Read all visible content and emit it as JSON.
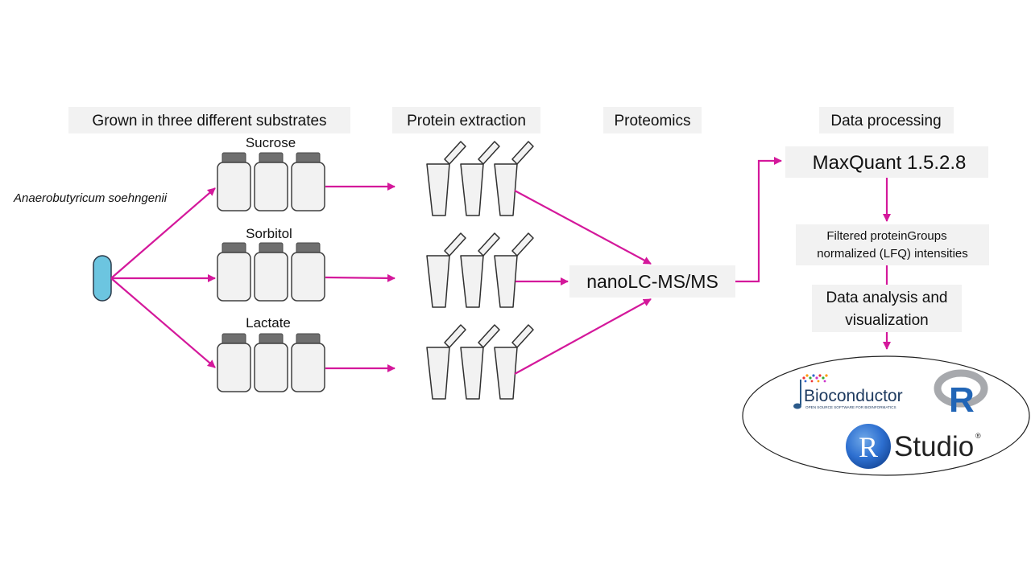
{
  "headers": {
    "growth": "Grown in three different substrates",
    "extraction": "Protein extraction",
    "proteomics": "Proteomics",
    "processing": "Data processing"
  },
  "organism": "Anaerobutyricum soehngenii",
  "substrates": [
    "Sucrose",
    "Sorbitol",
    "Lactate"
  ],
  "instrument": "nanoLC-MS/MS",
  "software": "MaxQuant 1.5.2.8",
  "filtered": {
    "line1": "Filtered proteinGroups",
    "line2": "normalized (LFQ) intensities"
  },
  "analysis": {
    "line1": "Data analysis and",
    "line2": "visualization"
  },
  "tools": {
    "bioconductor": "Bioconductor",
    "bioconductor_tagline": "OPEN SOURCE SOFTWARE FOR BIOINFORMATICS",
    "r_logo": "R",
    "rstudio_r": "R",
    "rstudio": "Studio",
    "registered": "®"
  },
  "colors": {
    "arrow": "#d4189b",
    "cell": "#6cc5e0",
    "box_background": "#f2f2f2",
    "bottle_cap": "#6f6f6f",
    "r_blue": "#2165b6"
  }
}
